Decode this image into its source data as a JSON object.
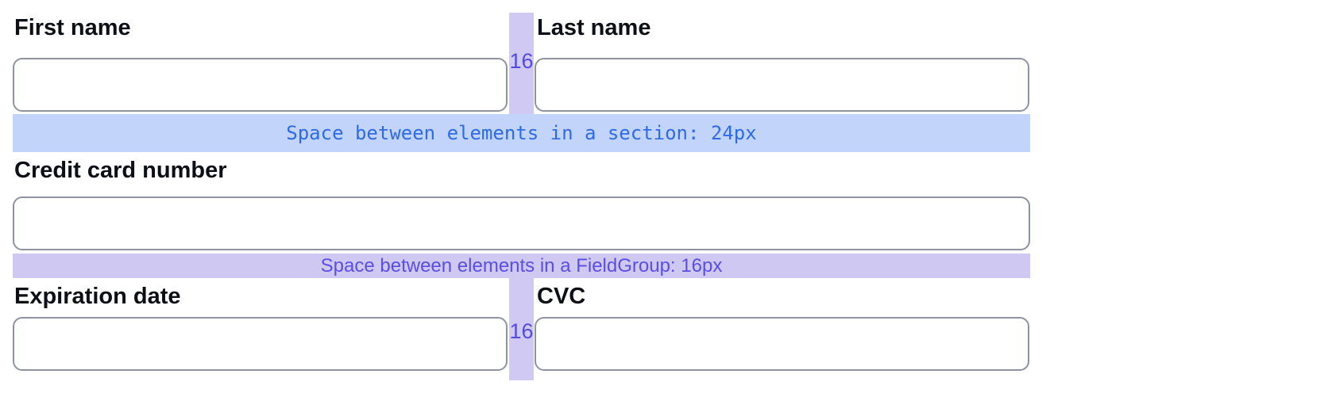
{
  "form": {
    "rows": [
      {
        "fields": [
          {
            "label": "First name"
          },
          {
            "label": "Last name"
          }
        ],
        "column_gap_label": "16"
      },
      {
        "fields": [
          {
            "label": "Credit card number"
          }
        ]
      },
      {
        "fields": [
          {
            "label": "Expiration date"
          },
          {
            "label": "CVC"
          }
        ],
        "column_gap_label": "16"
      }
    ],
    "inputs": {
      "first_name": {
        "value": "",
        "placeholder": ""
      },
      "last_name": {
        "value": "",
        "placeholder": ""
      },
      "credit_card": {
        "value": "",
        "placeholder": ""
      },
      "expiration": {
        "value": "",
        "placeholder": ""
      },
      "cvc": {
        "value": "",
        "placeholder": ""
      }
    }
  },
  "annotations": {
    "section_spacing": "Space between elements in a section: 24px",
    "fieldgroup_spacing": "Space between elements in a FieldGroup: 16px",
    "column_gap_top": "16",
    "column_gap_bottom": "16"
  },
  "colors": {
    "section_band_bg": "#c3d4fa",
    "section_band_text": "#2e6be9",
    "fieldgroup_band_bg": "#cec8f2",
    "fieldgroup_band_text": "#5a4ee6",
    "gap_strip_bg": "#cfc9f3",
    "gap_label_text": "#544ae1",
    "input_border": "#8e93a2",
    "label_text": "#0c0f15"
  }
}
